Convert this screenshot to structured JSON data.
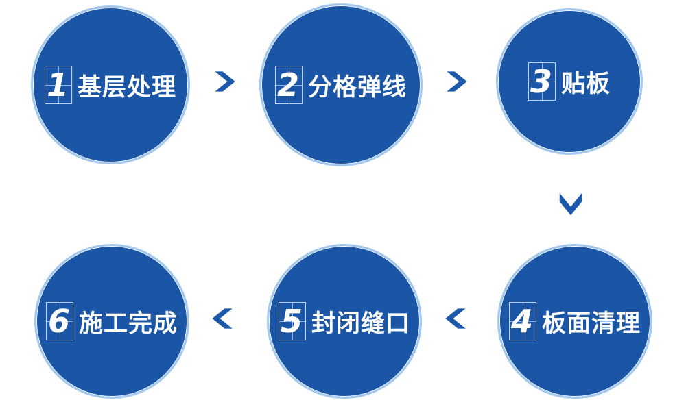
{
  "flow": {
    "steps": [
      {
        "number": "1",
        "label": "基层处理"
      },
      {
        "number": "2",
        "label": "分格弹线"
      },
      {
        "number": "3",
        "label": "贴板"
      },
      {
        "number": "4",
        "label": "板面清理"
      },
      {
        "number": "5",
        "label": "封闭缝口"
      },
      {
        "number": "6",
        "label": "施工完成"
      }
    ],
    "colors": {
      "circle_fill": "#1b55a6",
      "circle_ring": "#a3c9ee",
      "arrow": "#1b55a6",
      "text": "#ffffff"
    }
  }
}
